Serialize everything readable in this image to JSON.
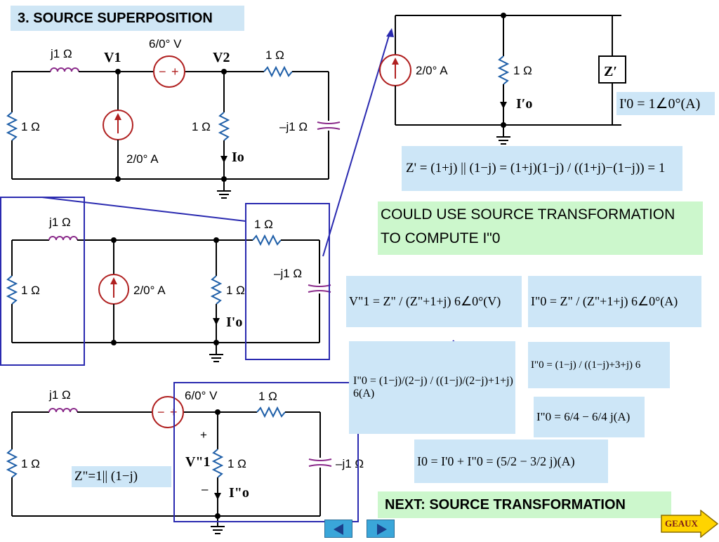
{
  "title": "3. SOURCE SUPERPOSITION",
  "circuit_top": {
    "inductor": "j1 Ω",
    "v1": "V1",
    "v2": "V2",
    "vsource": "6/0° V",
    "r_top_right": "1 Ω",
    "r_left": "1 Ω",
    "r_mid": "1 Ω",
    "cap": "–j1 Ω",
    "isource": "2/0° A",
    "io": "Io"
  },
  "circuit_mid": {
    "inductor": "j1 Ω",
    "r_top_right": "1 Ω",
    "r_left": "1 Ω",
    "r_mid": "1 Ω",
    "cap": "–j1 Ω",
    "isource": "2/0° A",
    "io": "I'o"
  },
  "circuit_bottom": {
    "inductor": "j1 Ω",
    "vsource": "6/0° V",
    "r_top_right": "1 Ω",
    "r_left": "1 Ω",
    "r_mid": "1 Ω",
    "cap": "–j1 Ω",
    "plus": "+",
    "minus": "–",
    "v1": "V\"1",
    "io": "I\"o",
    "zpp": "Z\"=1|| (1−j)"
  },
  "circuit_right": {
    "isource": "2/0° A",
    "r": "1 Ω",
    "z": "Z′",
    "io": "I′o"
  },
  "equations": {
    "i0_prime": "I'0 = 1∠0°(A)",
    "z_prime": "Z' = (1+j) || (1−j) = (1+j)(1−j) / ((1+j)−(1−j)) = 1",
    "v1_pp": "V\"1 = Z\" / (Z\"+1+j) 6∠0°(V)",
    "i0_pp": "I\"0 = Z\" / (Z\"+1+j) 6∠0°(A)",
    "i0_pp_sub": "I\"0 = (1−j)/(2−j) / ((1−j)/(2−j)+1+j) 6(A)",
    "i0_pp_simpl": "I\"0 = (1−j) / ((1−j)+3+j) 6",
    "i0_pp_result": "I\"0 = 6/4 − 6/4 j(A)",
    "i0_total": "I0 = I'0 + I\"0 = (5/2 − 3/2 j)(A)"
  },
  "source_transform_note": {
    "line1": "COULD USE SOURCE TRANSFORMATION",
    "line2": "TO COMPUTE  I\"0"
  },
  "next": "NEXT: SOURCE TRANSFORMATION",
  "geaux": "GEAUX",
  "colors": {
    "wire": "#000000",
    "inductor": "#8a2a8a",
    "source": "#b02020",
    "resistor": "#1f5fa8",
    "highlight_box": "#2a2ab0",
    "equation_bg": "#cde6f7",
    "note_bg": "#ccf7cc",
    "title_bg": "#cfe6f5",
    "geaux_bg": "#ffd400"
  }
}
